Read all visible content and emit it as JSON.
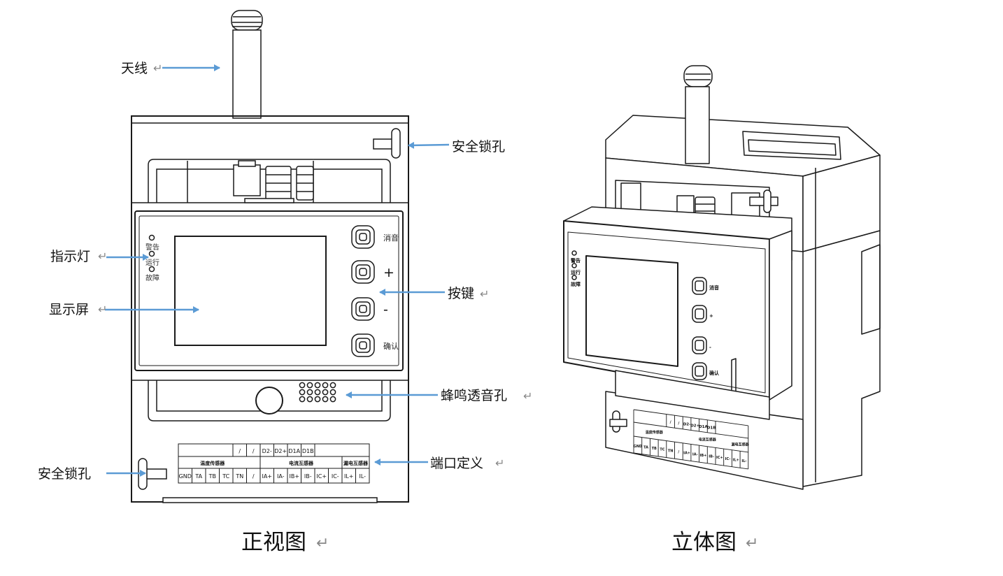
{
  "front_view": {
    "caption": "正视图",
    "callouts": {
      "antenna": "天线",
      "lock_hole_top": "安全锁孔",
      "indicator_lights": "指示灯",
      "display": "显示屏",
      "buttons": "按键",
      "buzzer_hole": "蜂鸣透音孔",
      "port_definition": "端口定义",
      "lock_hole_bottom": "安全锁孔"
    },
    "leds": [
      "警告",
      "运行",
      "故障"
    ],
    "buttons": [
      "消音",
      "+",
      "-",
      "确认"
    ],
    "terminal_table": {
      "row1": [
        "/",
        "/",
        "D2-",
        "D2+",
        "D1A",
        "D1B"
      ],
      "groups": [
        "温度传感器",
        "电流互感器",
        "漏电互感器"
      ],
      "row3": [
        "GND",
        "TA",
        "TB",
        "TC",
        "TN",
        "/",
        "IA+",
        "IA-",
        "IB+",
        "IB-",
        "IC+",
        "IC-",
        "IL+",
        "IL-"
      ]
    }
  },
  "iso_view": {
    "caption": "立体图",
    "leds": [
      "警告",
      "运行",
      "故障"
    ],
    "buttons": [
      "消音",
      "+",
      "-",
      "确认"
    ],
    "terminal_row1": [
      "/",
      "/",
      "D2-",
      "D2+",
      "D1A",
      "D1B"
    ],
    "terminal_groups": [
      "温度传感器",
      "电流互感器",
      "漏电互感器"
    ],
    "terminal_row3": [
      "GND",
      "TA",
      "TB",
      "TC",
      "TN",
      "/",
      "IA+",
      "IA-",
      "IB+",
      "IB-",
      "IC+",
      "IC-",
      "IL+",
      "IL-"
    ]
  },
  "paragraph_mark": "↵",
  "colors": {
    "arrow": "#5b9bd5",
    "line": "#1a1a1a"
  }
}
